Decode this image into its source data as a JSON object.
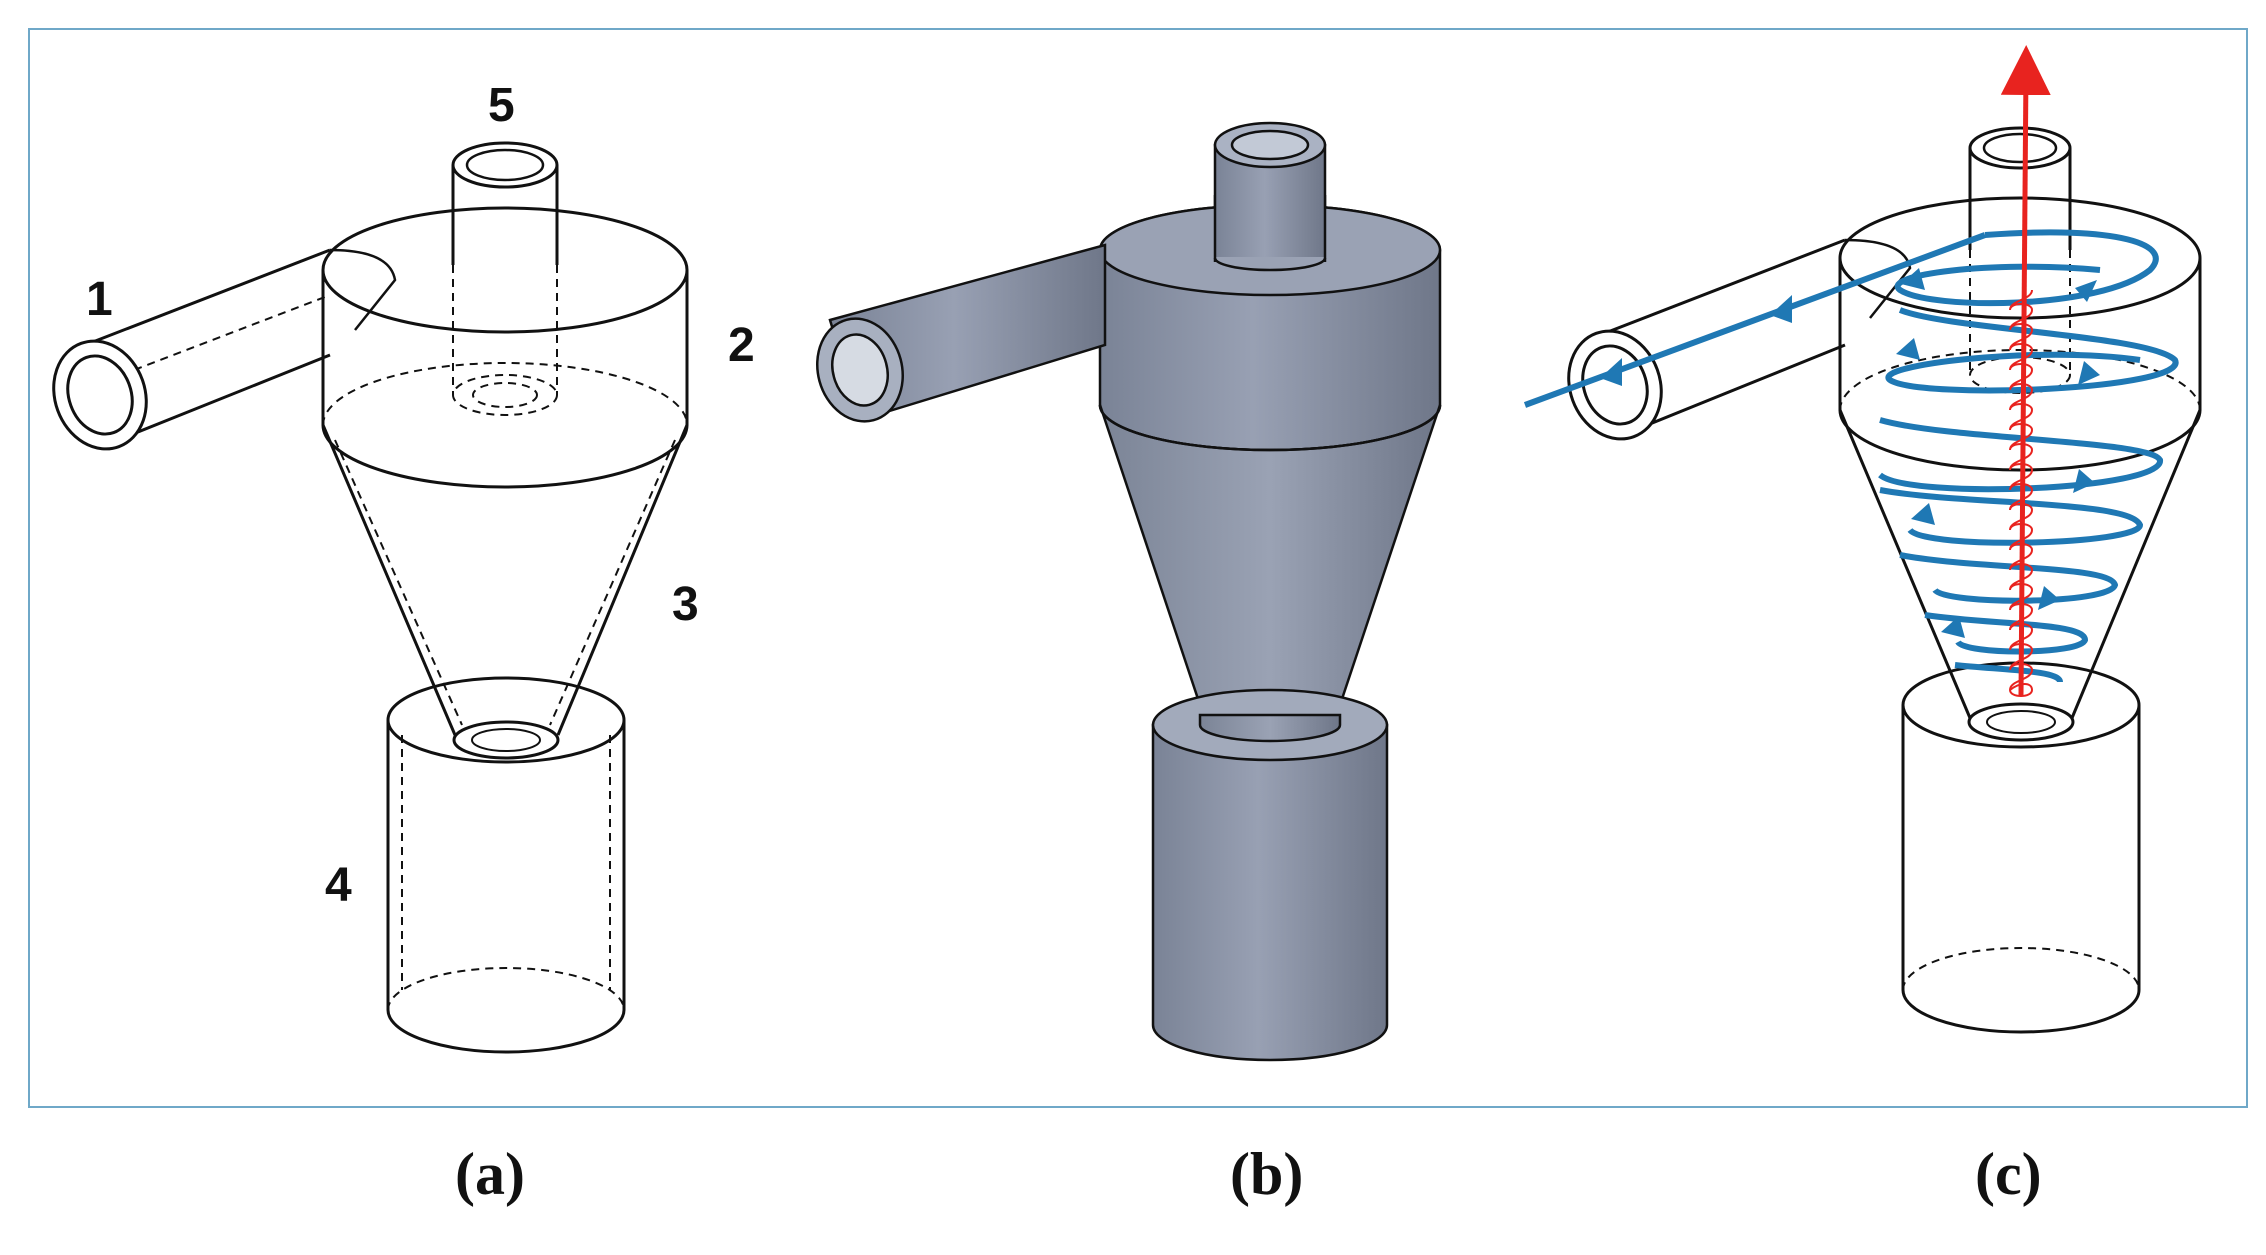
{
  "part_labels": {
    "one": "1",
    "two": "2",
    "three": "3",
    "four": "4",
    "five": "5"
  },
  "captions": {
    "a": "(a)",
    "b": "(b)",
    "c": "(c)"
  },
  "colors": {
    "frame": "#6fa8c8",
    "outline": "#111111",
    "solid_fill": "#8a93a6",
    "outer_vortex": "#1f78b4",
    "inner_vortex": "#e8231f"
  }
}
